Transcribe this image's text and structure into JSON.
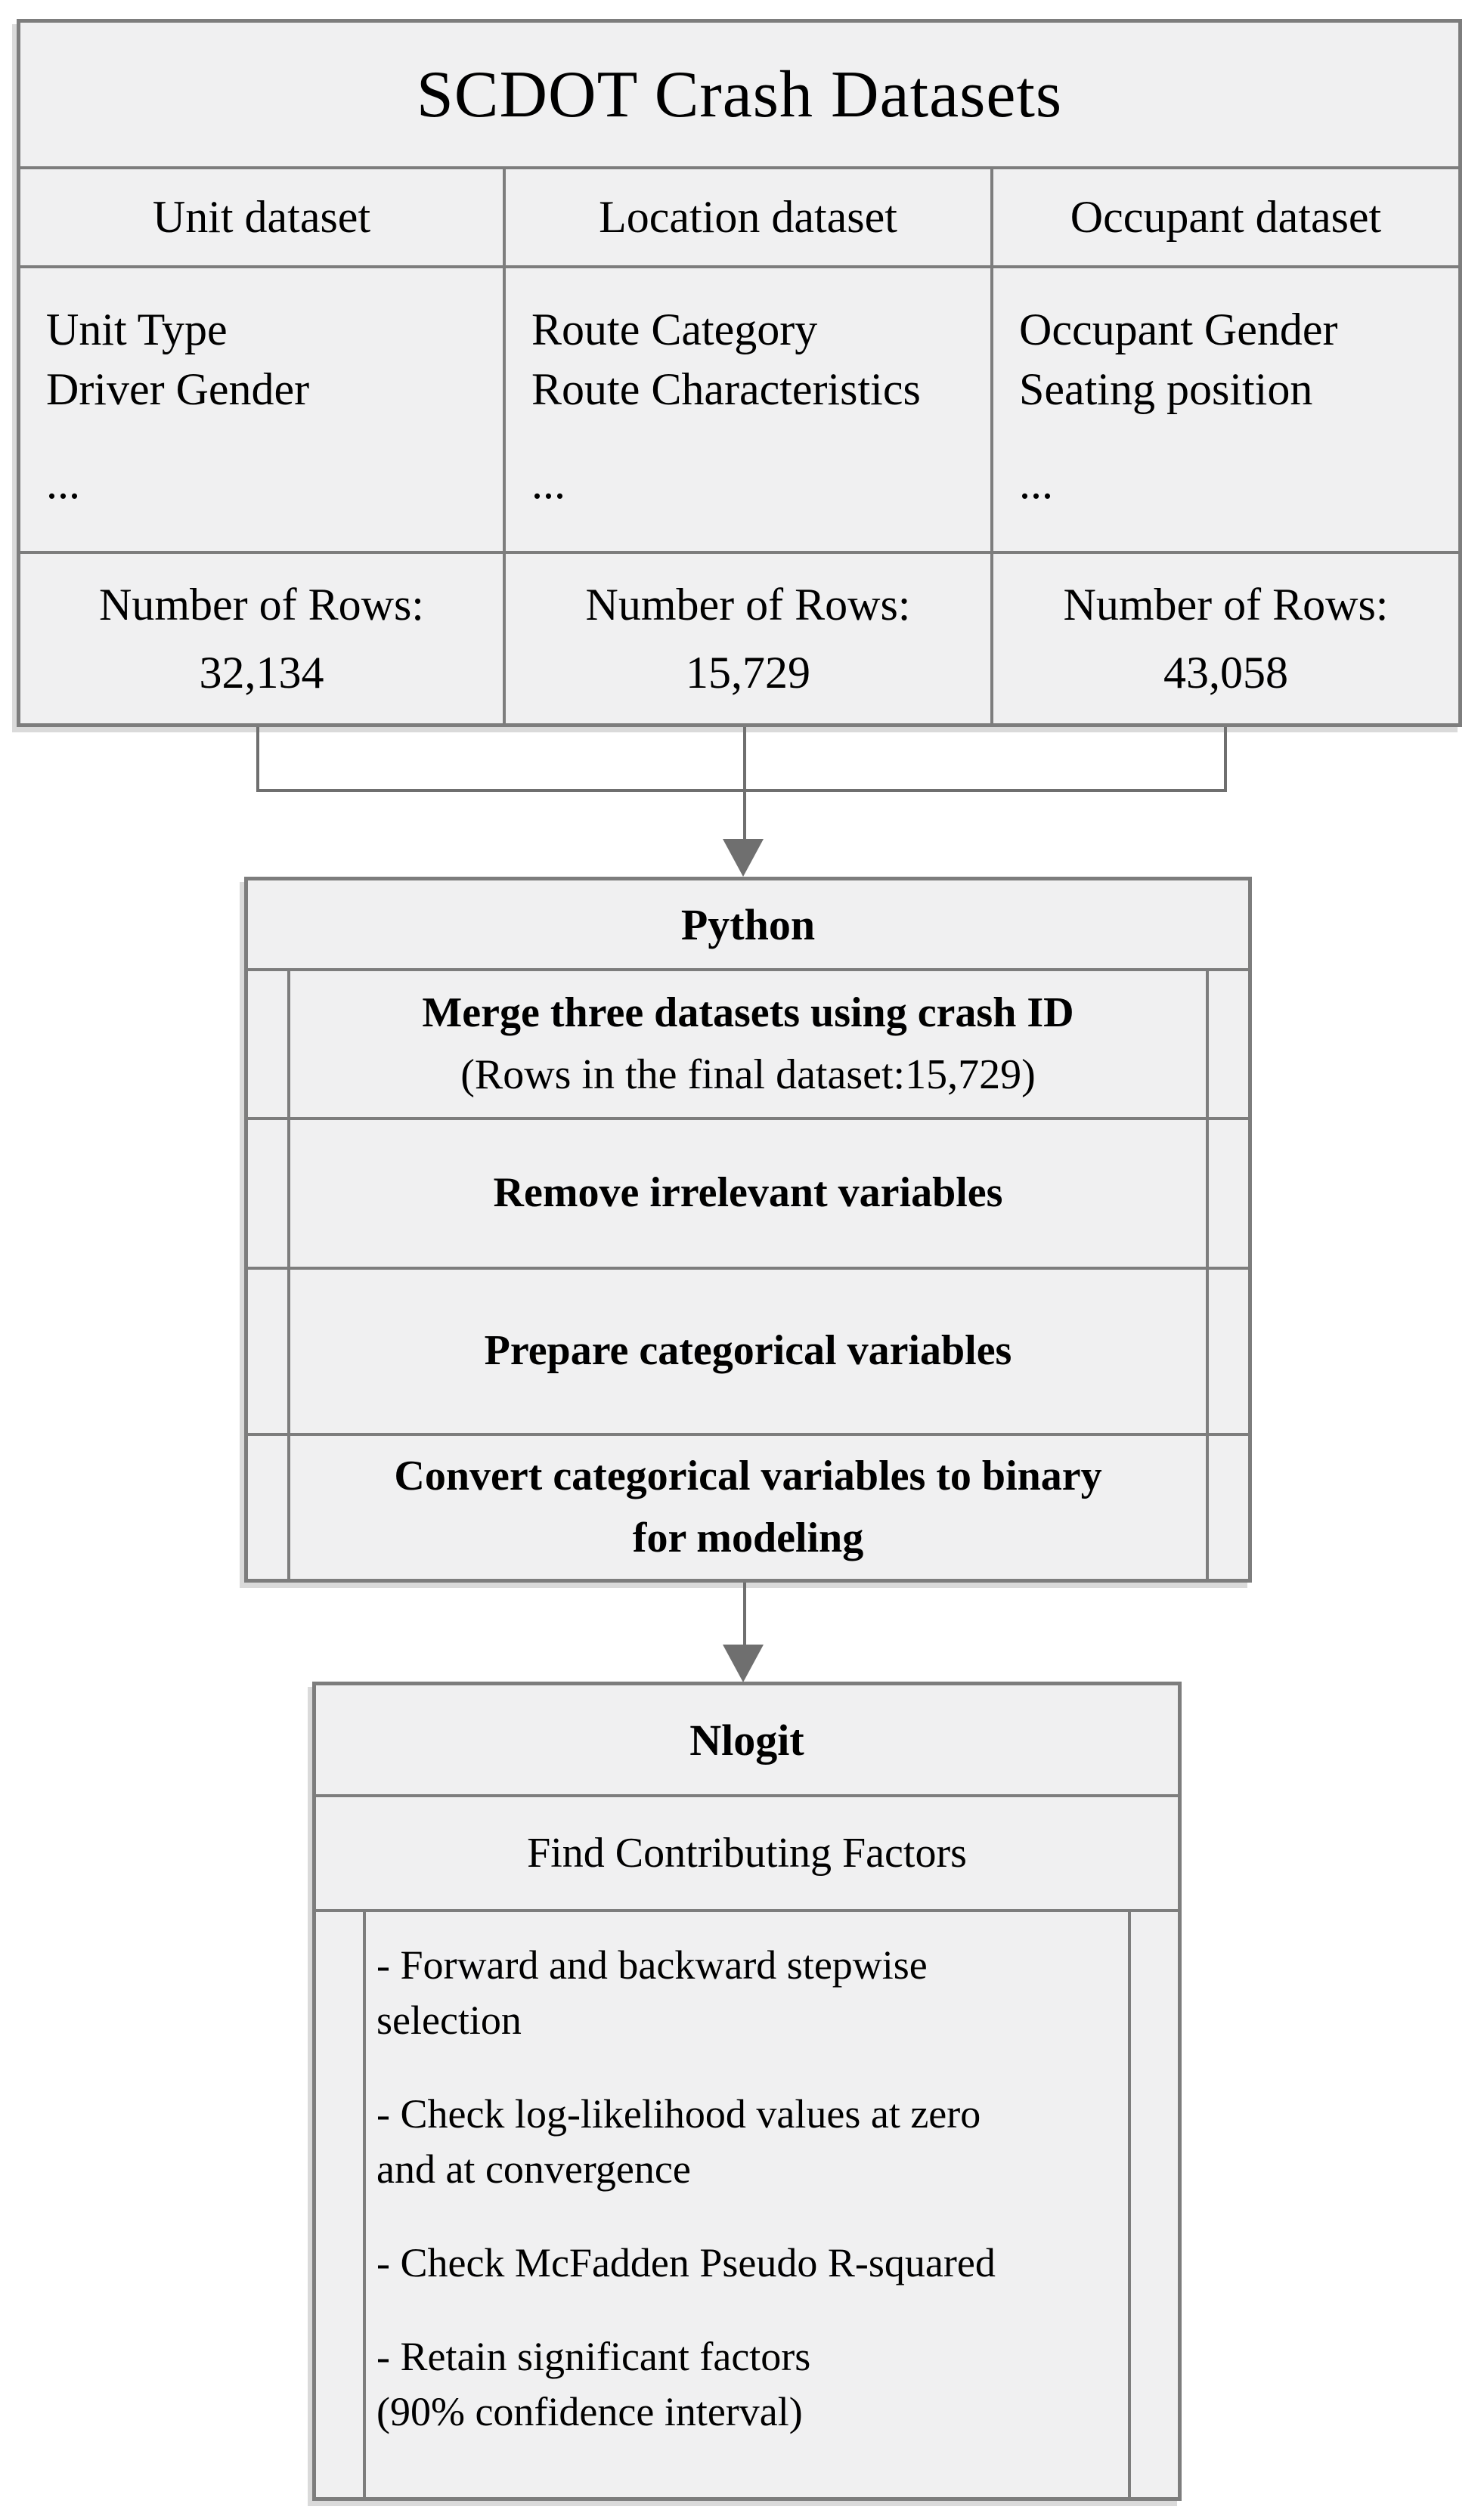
{
  "source_table": {
    "title": "SCDOT Crash Datasets",
    "columns": [
      {
        "header": "Unit dataset",
        "fields": [
          "Unit Type",
          "Driver Gender",
          "..."
        ],
        "rows_label": "Number of Rows:",
        "rows_value": "32,134"
      },
      {
        "header": "Location dataset",
        "fields": [
          "Route Category",
          "Route Characteristics",
          "..."
        ],
        "rows_label": "Number of Rows:",
        "rows_value": "15,729"
      },
      {
        "header": "Occupant dataset",
        "fields": [
          "Occupant Gender",
          "Seating position",
          "..."
        ],
        "rows_label": "Number of Rows:",
        "rows_value": "43,058"
      }
    ]
  },
  "python_box": {
    "title": "Python",
    "steps": [
      {
        "label": "Merge three datasets using crash ID",
        "note": "(Rows in the final dataset:15,729)"
      },
      {
        "label": "Remove irrelevant variables",
        "note": ""
      },
      {
        "label": "Prepare categorical variables",
        "note": ""
      },
      {
        "label": "Convert categorical variables to binary\nfor modeling",
        "note": ""
      }
    ]
  },
  "nlogit_box": {
    "title": "Nlogit",
    "subtitle": "Find Contributing Factors",
    "bullets": [
      "- Forward and backward stepwise\nselection",
      "- Check log-likelihood values at zero\nand at convergence",
      "- Check McFadden Pseudo R-squared",
      "- Retain significant factors\n(90% confidence interval)"
    ]
  },
  "colors": {
    "cell_fill": "#f0f0f1",
    "border": "#7d7d7d",
    "connector": "#6f6f6f",
    "text": "#000000",
    "page_bg": "#ffffff"
  }
}
